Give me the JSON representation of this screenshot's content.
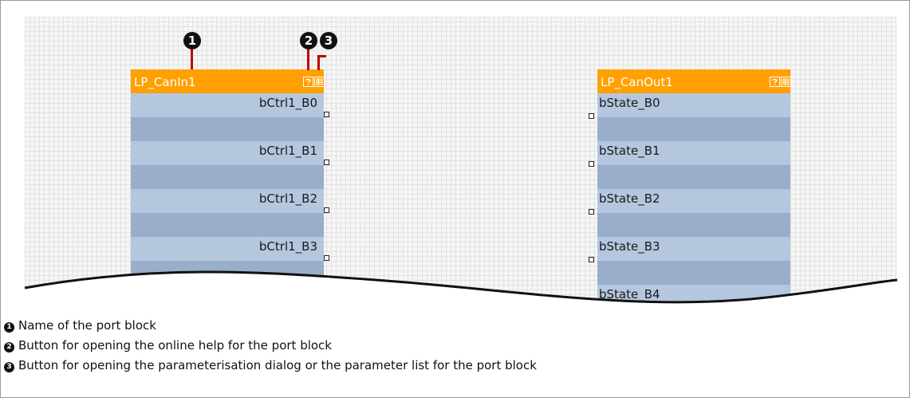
{
  "blocks": {
    "input": {
      "name": "LP_CanIn1",
      "ports": [
        "bCtrl1_B0",
        "bCtrl1_B1",
        "bCtrl1_B2",
        "bCtrl1_B3"
      ]
    },
    "output": {
      "name": "LP_CanOut1",
      "ports": [
        "bState_B0",
        "bState_B1",
        "bState_B2",
        "bState_B3",
        "bState_B4"
      ]
    }
  },
  "markers": [
    "1",
    "2",
    "3"
  ],
  "legend": [
    {
      "num": "1",
      "text": "Name of the port block"
    },
    {
      "num": "2",
      "text": "Button for opening the online help for the port block"
    },
    {
      "num": "3",
      "text": "Button for opening the parameterisation dialog or the parameter list for the port block"
    }
  ],
  "colors": {
    "header": "#ffa000",
    "row_light": "#b5c7df",
    "row_dark": "#99aec8",
    "leader": "#c00000"
  }
}
